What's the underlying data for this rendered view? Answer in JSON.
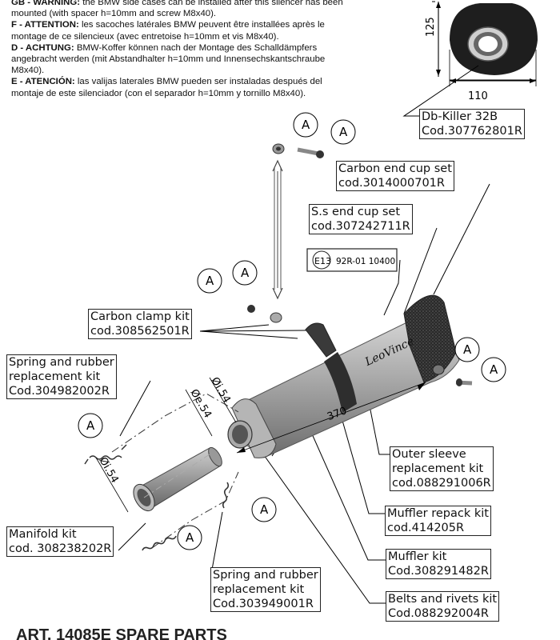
{
  "notes": [
    {
      "label": "GB - WARNING:",
      "text": " the BMW side cases can be installed after this silencer has been mounted (with spacer h=10mm and screw M8x40)."
    },
    {
      "label": "F - ATTENTION:",
      "text": " les sacoches latérales BMW peuvent être installées après le montage de ce silencieux (avec entretoise h=10mm et vis M8x40)."
    },
    {
      "label": "D - ACHTUNG:",
      "text": " BMW-Koffer können nach der Montage des Schalldämpfers angebracht werden (mit Abstandhalter h=10mm und Innensechskantschraube M8x40)."
    },
    {
      "label": "E - ATENCIÓN:",
      "text": " las valijas laterales BMW pueden ser instaladas después del montaje de este silenciador (con el separador h=10mm y tornillo M8x40)."
    }
  ],
  "db_killer": {
    "line1": "Db-Killer 32B",
    "line2": "Cod.307762801R",
    "dim_height": "125",
    "dim_width": "110"
  },
  "parts": {
    "carbon_end_cup": {
      "line1": "Carbon end cup set",
      "line2": "cod.3014000701R"
    },
    "ss_end_cup": {
      "line1": "S.s end cup set",
      "line2": "cod.307242711R"
    },
    "homologation": {
      "circle": "E13",
      "text": "92R-01 10400"
    },
    "carbon_clamp": {
      "line1": "Carbon clamp kit",
      "line2": "cod.308562501R"
    },
    "spring_kit_top": {
      "line1": "Spring and rubber",
      "line2": "replacement kit",
      "line3": "Cod.304982002R"
    },
    "outer_sleeve": {
      "line1": "Outer sleeve",
      "line2": "replacement kit",
      "line3": "cod.088291006R"
    },
    "muffler_repack": {
      "line1": "Muffler repack kit",
      "line2": "cod.414205R"
    },
    "manifold": {
      "line1": "Manifold kit",
      "line2": "cod. 308238202R"
    },
    "muffler": {
      "line1": "Muffler kit",
      "line2": "Cod.308291482R"
    },
    "spring_kit_bottom": {
      "line1": "Spring and rubber",
      "line2": "replacement kit",
      "line3": "Cod.303949001R"
    },
    "belts_rivets": {
      "line1": "Belts and rivets kit",
      "line2": "Cod.088292004R"
    }
  },
  "dimensions": {
    "length": "370",
    "inlet_inner": "Øi.54",
    "outer": "Øe.54",
    "pipe_inner": "Øi.54"
  },
  "callout_letter": "A",
  "brand_logo": "LeoVince",
  "footer_cut": "ART. 14085E SPARE PARTS"
}
